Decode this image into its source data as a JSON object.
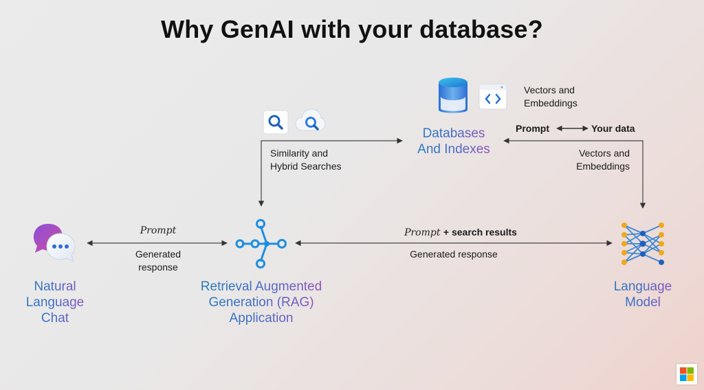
{
  "title": "Why GenAI with your database?",
  "nodes": {
    "chat": {
      "lines": [
        "Natural",
        "Language",
        "Chat"
      ]
    },
    "rag": {
      "lines": [
        "Retrieval Augmented",
        "Generation (RAG)",
        "Application"
      ]
    },
    "db": {
      "lines": [
        "Databases",
        "And Indexes"
      ]
    },
    "llm": {
      "lines": [
        "Language",
        "Model"
      ]
    }
  },
  "labels": {
    "chat_prompt": "Prompt",
    "chat_response_1": "Generated",
    "chat_response_2": "response",
    "rag_prompt": "Prompt",
    "rag_prompt_plus": "+ search results",
    "rag_response": "Generated response",
    "search_1": "Similarity and",
    "search_2": "Hybrid Searches",
    "vectors_top_1": "Vectors and",
    "vectors_top_2": "Embeddings",
    "prompt_yourdata_left": "Prompt",
    "prompt_yourdata_right": "Your data",
    "vectors_right_1": "Vectors and",
    "vectors_right_2": "Embeddings"
  },
  "icons": [
    "chat-bubbles-icon",
    "rag-nodes-icon",
    "database-icon",
    "code-window-icon",
    "search-doc-icon",
    "cloud-search-icon",
    "neural-network-icon",
    "microsoft-logo-icon"
  ],
  "colors": {
    "accent_teal": "#1f7fb8",
    "accent_purple": "#a64bb6",
    "rag_blue": "#1c8fe0"
  }
}
